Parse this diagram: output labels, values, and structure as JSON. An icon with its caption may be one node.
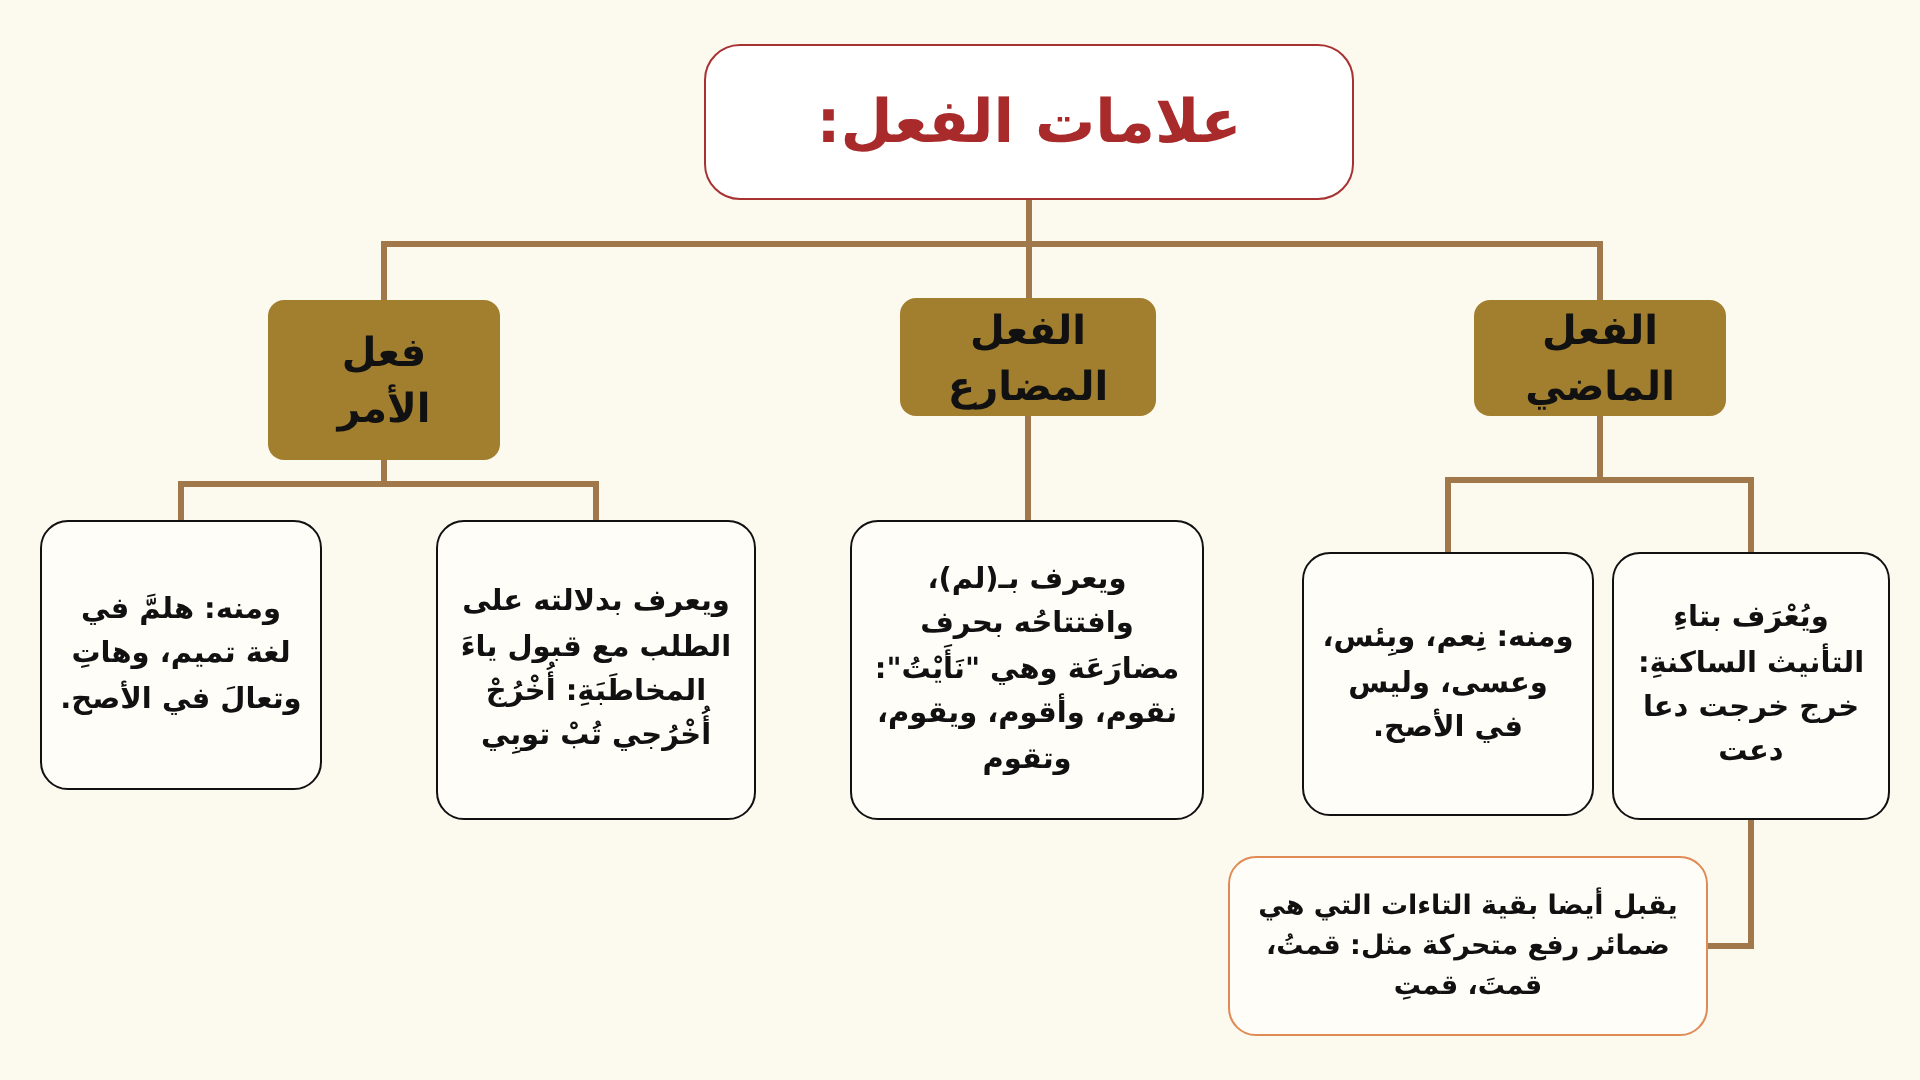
{
  "diagram": {
    "nodes": [
      {
        "text": [
          "علامات الفعل:"
        ]
      },
      {
        "text": [
          "الفعل الماضي"
        ]
      },
      {
        "text": [
          "الفعل المضارع"
        ]
      },
      {
        "text": [
          "فعل الأمر"
        ]
      },
      {
        "text": [
          "ويُعْرَف بتاءِ التأنيث الساكنةِ: خرج خرجت دعا دعت"
        ]
      },
      {
        "text": [
          "ومنه: نِعم، وبِئس، وعسى، وليس في الأصح."
        ]
      },
      {
        "text": [
          "ويعرف بـ(لم)، وافتتاحُه بحرف مضارَعَة وهي \"نَأَيْتُ\": نقوم، وأقوم، ويقوم، وتقوم"
        ]
      },
      {
        "text": [
          "ويعرف بدلالته على الطلب مع قبول ياءَ المخاطَبَةِ: أُخْرُجْ أُخْرُجي تُبْ توبِي"
        ]
      },
      {
        "text": [
          "ومنه: هلمَّ في لغة تميم، وهاتِ وتعالَ في الأصح."
        ]
      },
      {
        "text": [
          "يقبل أيضا بقية التاءات التي هي ضمائر رفع متحركة مثل: قمتُ، قمتَ، قمتِ"
        ]
      }
    ],
    "edges": [
      {
        "from": 0,
        "to": 1,
        "arrow": "none"
      },
      {
        "from": 0,
        "to": 2,
        "arrow": "none"
      },
      {
        "from": 0,
        "to": 3,
        "arrow": "none"
      },
      {
        "from": 1,
        "to": 4,
        "arrow": "none"
      },
      {
        "from": 1,
        "to": 5,
        "arrow": "none"
      },
      {
        "from": 2,
        "to": 6,
        "arrow": "none"
      },
      {
        "from": 3,
        "to": 7,
        "arrow": "none"
      },
      {
        "from": 3,
        "to": 8,
        "arrow": "none"
      },
      {
        "from": 4,
        "to": 9,
        "arrow": "none"
      }
    ]
  }
}
